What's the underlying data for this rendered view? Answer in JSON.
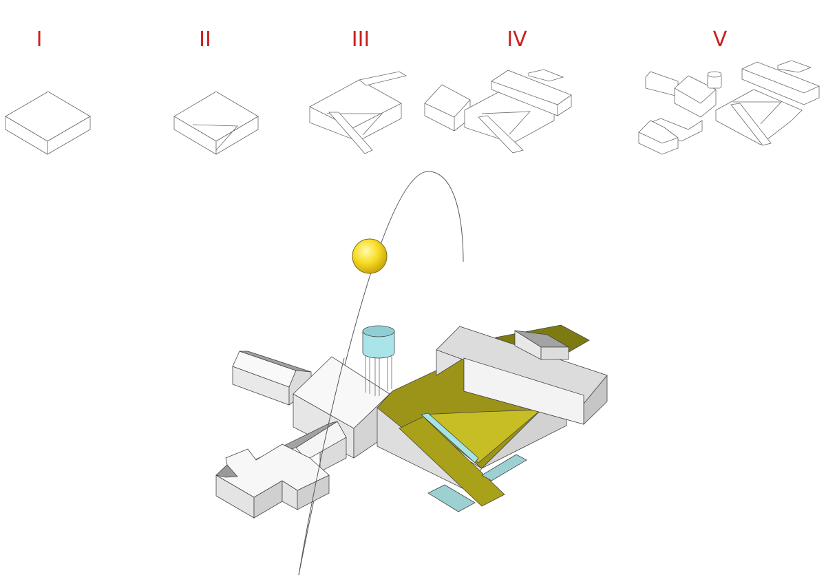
{
  "stages": [
    {
      "label": "I"
    },
    {
      "label": "II"
    },
    {
      "label": "III"
    },
    {
      "label": "IV"
    },
    {
      "label": "V"
    }
  ],
  "colors": {
    "label": "#cc1f1f",
    "outline": "#555555",
    "wall": "#e6e6e6",
    "wall_dark": "#cfcfcf",
    "roof": "#f6f6f6",
    "roof_shadow": "#a7a7a7",
    "terrace": "#9c9418",
    "terrace_light": "#c4bb22",
    "water": "#9dd0d0",
    "tank": "#a8dede",
    "sun": "#f7dc22",
    "sun_path": "#555555"
  },
  "icons": {
    "sun": "sun-icon",
    "water_tower": "water-tower-icon"
  }
}
